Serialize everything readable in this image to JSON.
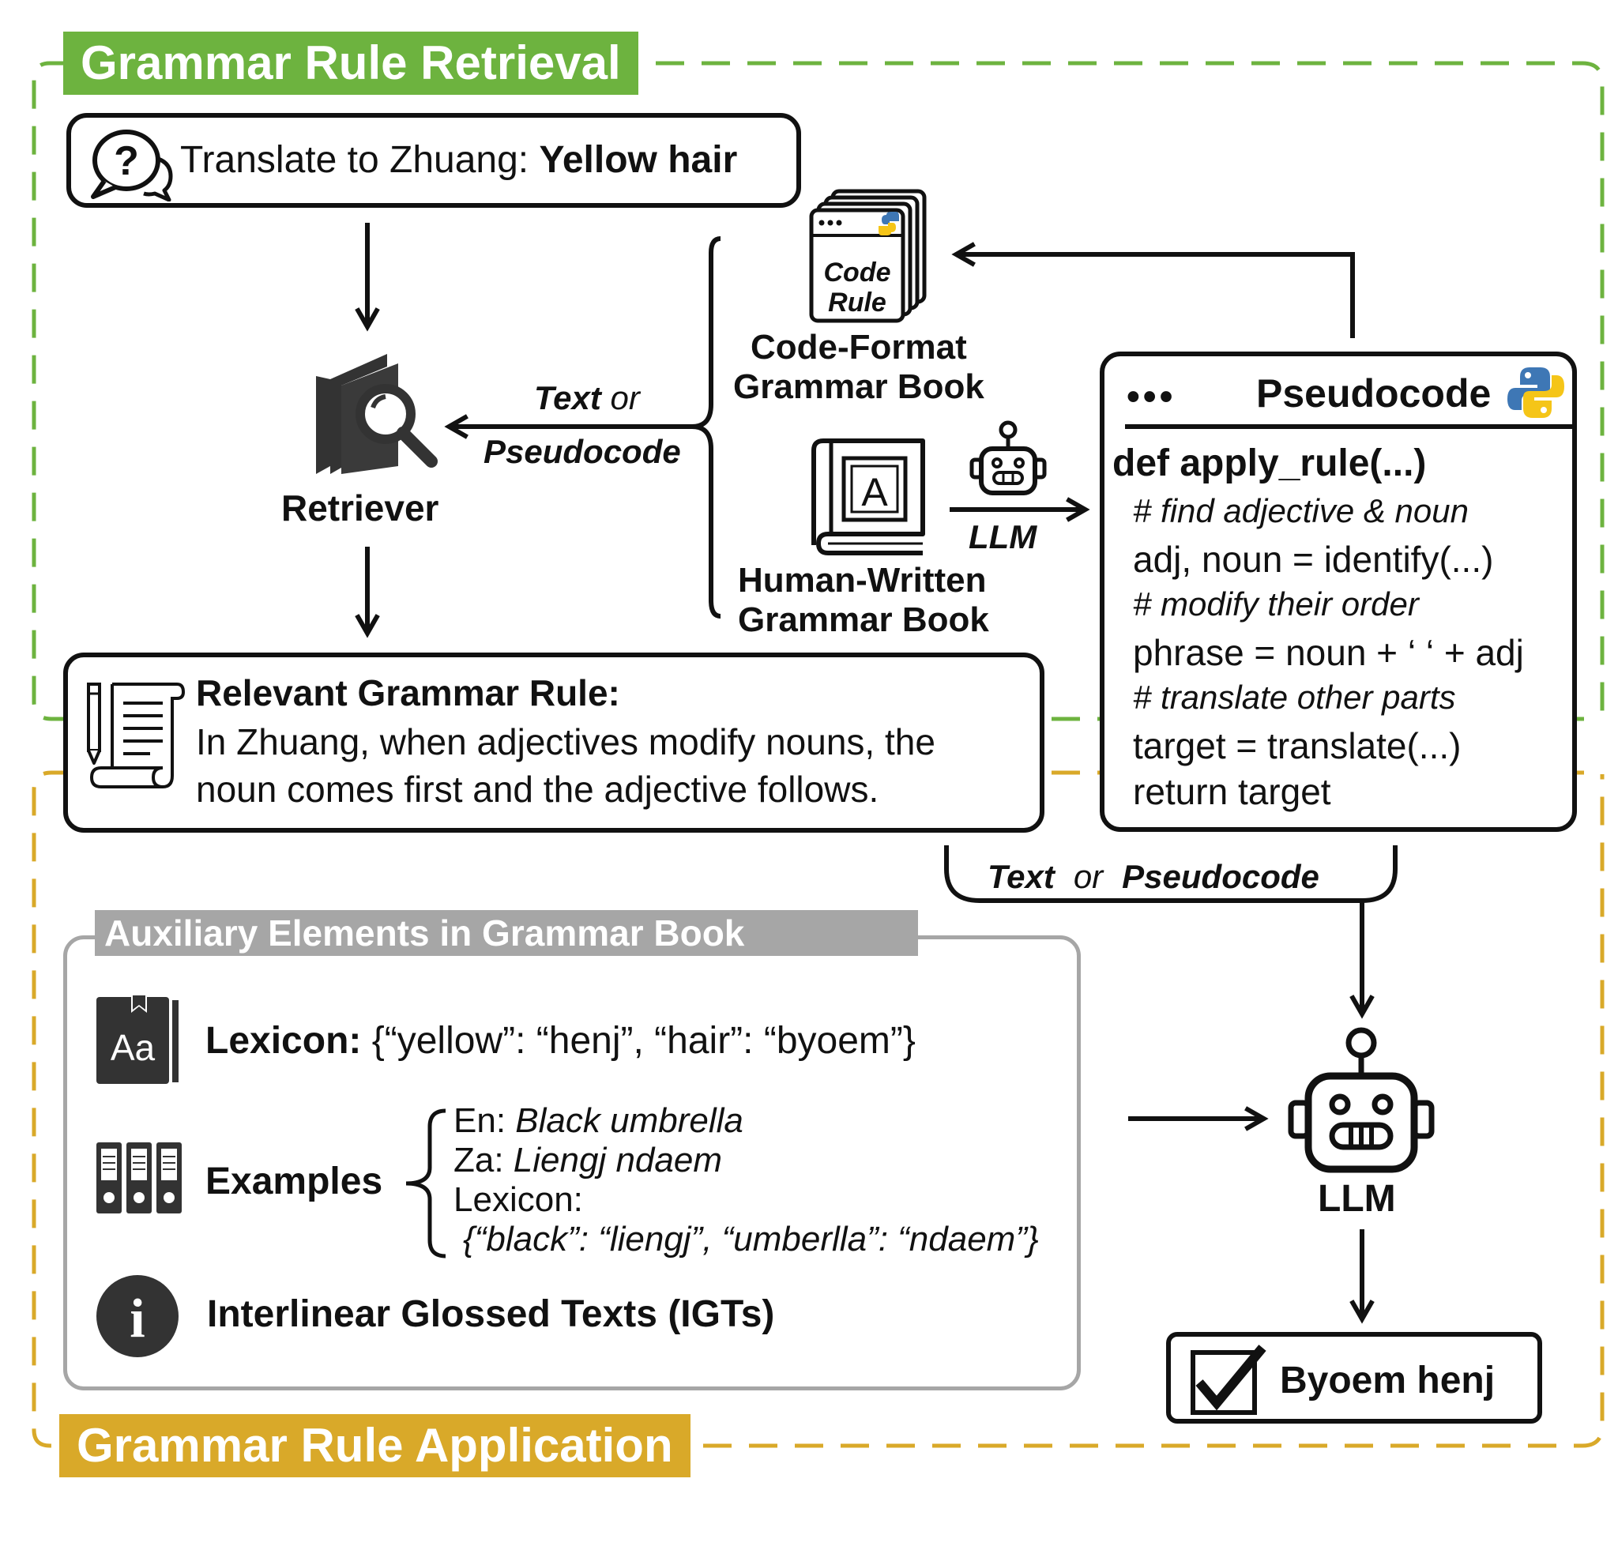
{
  "sections": {
    "retrieval_title": "Grammar Rule Retrieval",
    "application_title": "Grammar Rule Application",
    "colors": {
      "retrieval": "#6db33f",
      "application": "#d9a929",
      "auxiliary": "#a6a6a6"
    }
  },
  "query": {
    "prefix": "Translate to Zhuang: ",
    "phrase": "Yellow hair"
  },
  "retriever": {
    "label": "Retriever"
  },
  "retriever_input": {
    "text": "Text",
    "or": " or",
    "pseudocode": "Pseudocode"
  },
  "code_book": {
    "card_line1": "Code",
    "card_line2": "Rule",
    "label_line1": "Code-Format",
    "label_line2": "Grammar Book"
  },
  "human_book": {
    "icon_letter": "A",
    "label_line1": "Human-Written",
    "label_line2": "Grammar Book"
  },
  "llm_convert_label": "LLM",
  "pseudocode_box": {
    "dots": "•••",
    "title": "Pseudocode",
    "lines": [
      {
        "text": "def apply_rule(...)",
        "style": "def"
      },
      {
        "text": "# find adjective & noun",
        "style": "comment"
      },
      {
        "text": "adj, noun = identify(...)",
        "style": "code"
      },
      {
        "text": "# modify their order",
        "style": "comment"
      },
      {
        "text": "phrase = noun + ‘ ‘ + adj",
        "style": "code"
      },
      {
        "text": "# translate other parts",
        "style": "comment"
      },
      {
        "text": "target = translate(...)",
        "style": "code"
      },
      {
        "text": "return target",
        "style": "code"
      }
    ]
  },
  "relevant_rule": {
    "title": "Relevant Grammar Rule:",
    "line1": "In Zhuang, when adjectives modify nouns, the",
    "line2": "noun comes first and the adjective follows."
  },
  "application_input": {
    "text": "Text",
    "or": "or",
    "pseudocode": "Pseudocode"
  },
  "auxiliary": {
    "title": "Auxiliary Elements in Grammar Book",
    "lexicon_icon": "Aa",
    "lexicon_label": "Lexicon:",
    "lexicon_value": " {“yellow”: “henj”, “hair”: “byoem”}",
    "examples_label": "Examples",
    "examples": {
      "en_prefix": "En: ",
      "en_value": "Black umbrella",
      "za_prefix": "Za: ",
      "za_value": "Liengj ndaem",
      "lexicon_prefix": "Lexicon:",
      "lexicon_value": "{“black”: “liengj”, “umberlla”: “ndaem”}"
    },
    "info_icon": "i",
    "igt_label": "Interlinear Glossed Texts (IGTs)"
  },
  "final_llm_label": "LLM",
  "output": {
    "text": "Byoem henj"
  }
}
